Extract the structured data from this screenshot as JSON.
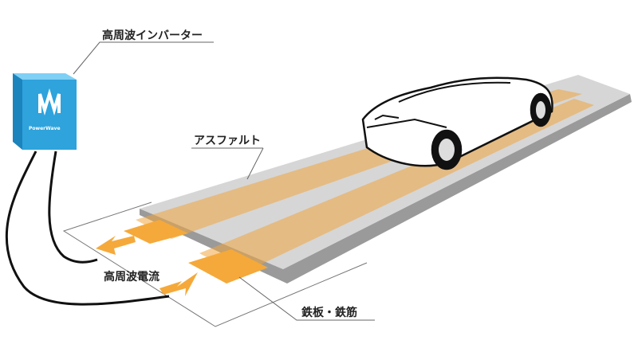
{
  "labels": {
    "inverter": "高周波インバーター",
    "asphalt": "アスファルト",
    "current": "高周波電流",
    "steel": "鉄板・鉄筋"
  },
  "logo": {
    "brand": "PowerWave",
    "mark": "W"
  },
  "colors": {
    "inverter": "#2ea3dc",
    "strip": "#f0a540",
    "road": "#c8c8c8"
  }
}
